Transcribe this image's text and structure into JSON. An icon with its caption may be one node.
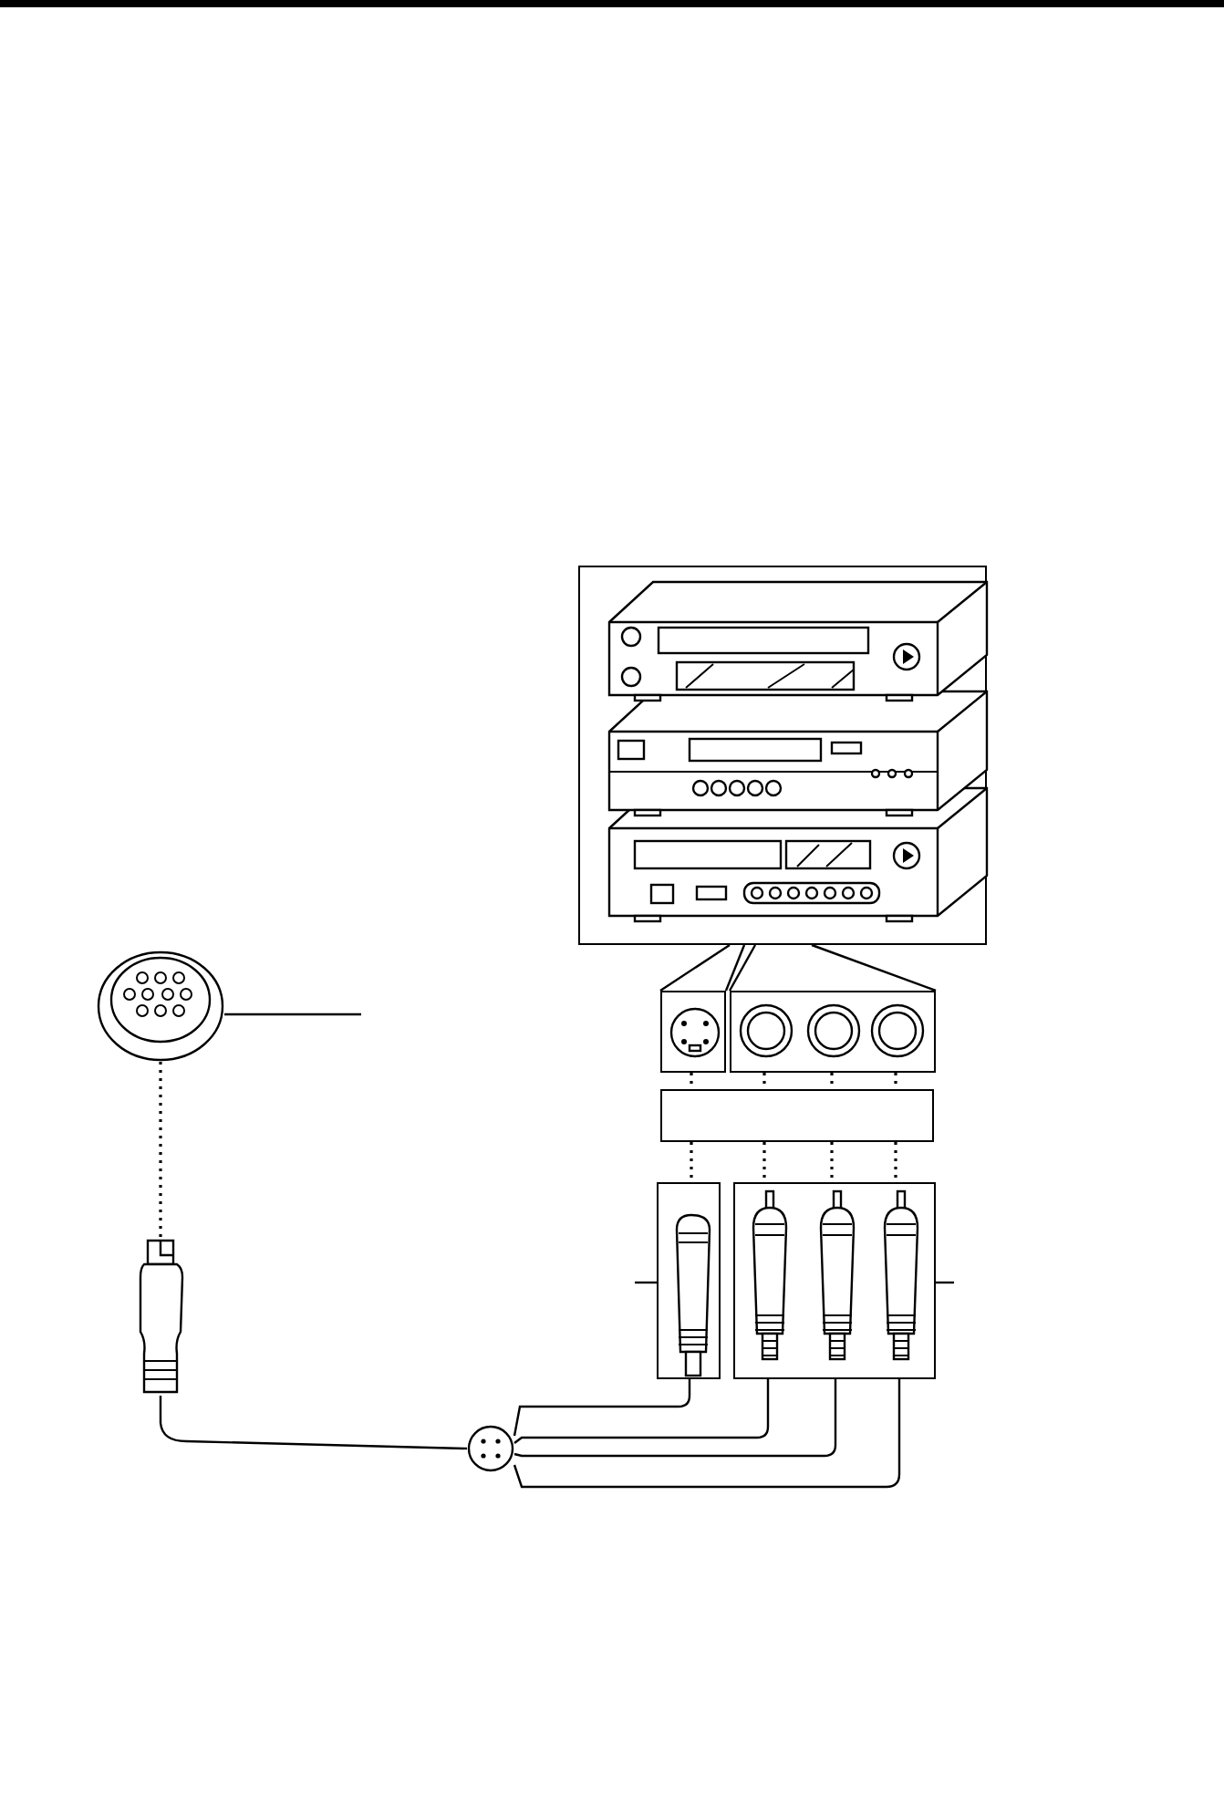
{
  "diagram": {
    "nodes": [
      {
        "text": [],
        "shape": "box"
      },
      {
        "text": [],
        "shape": "box"
      },
      {
        "text": [],
        "shape": "box"
      },
      {
        "text": [],
        "shape": "box"
      },
      {
        "text": [],
        "shape": "box"
      },
      {
        "text": [],
        "shape": "box"
      },
      {
        "text": [],
        "shape": "circle"
      },
      {
        "text": [],
        "shape": "plug"
      },
      {
        "text": [],
        "shape": "circle"
      }
    ],
    "edges": [
      {
        "from": 0,
        "to": 1,
        "arrow": "none"
      },
      {
        "from": 0,
        "to": 1,
        "arrow": "none"
      },
      {
        "from": 0,
        "to": 2,
        "arrow": "none"
      },
      {
        "from": 0,
        "to": 2,
        "arrow": "none"
      },
      {
        "from": 1,
        "to": 3,
        "arrow": "none",
        "style": "dashed"
      },
      {
        "from": 2,
        "to": 3,
        "arrow": "none",
        "style": "dashed"
      },
      {
        "from": 2,
        "to": 3,
        "arrow": "none",
        "style": "dashed"
      },
      {
        "from": 2,
        "to": 3,
        "arrow": "none",
        "style": "dashed"
      },
      {
        "from": 3,
        "to": 4,
        "arrow": "none",
        "style": "dashed"
      },
      {
        "from": 3,
        "to": 5,
        "arrow": "none",
        "style": "dashed"
      },
      {
        "from": 3,
        "to": 5,
        "arrow": "none",
        "style": "dashed"
      },
      {
        "from": 3,
        "to": 5,
        "arrow": "none",
        "style": "dashed"
      },
      {
        "from": 6,
        "to": 7,
        "arrow": "none",
        "style": "dashed"
      },
      {
        "from": 7,
        "to": 8,
        "arrow": "none"
      },
      {
        "from": 8,
        "to": 4,
        "arrow": "none"
      },
      {
        "from": 8,
        "to": 5,
        "arrow": "none"
      },
      {
        "from": 8,
        "to": 5,
        "arrow": "none"
      },
      {
        "from": 8,
        "to": 5,
        "arrow": "none"
      },
      {
        "from": 6,
        "to": null,
        "arrow": "none"
      },
      {
        "from": 4,
        "to": null,
        "arrow": "none"
      },
      {
        "from": 5,
        "to": null,
        "arrow": "none"
      }
    ]
  }
}
